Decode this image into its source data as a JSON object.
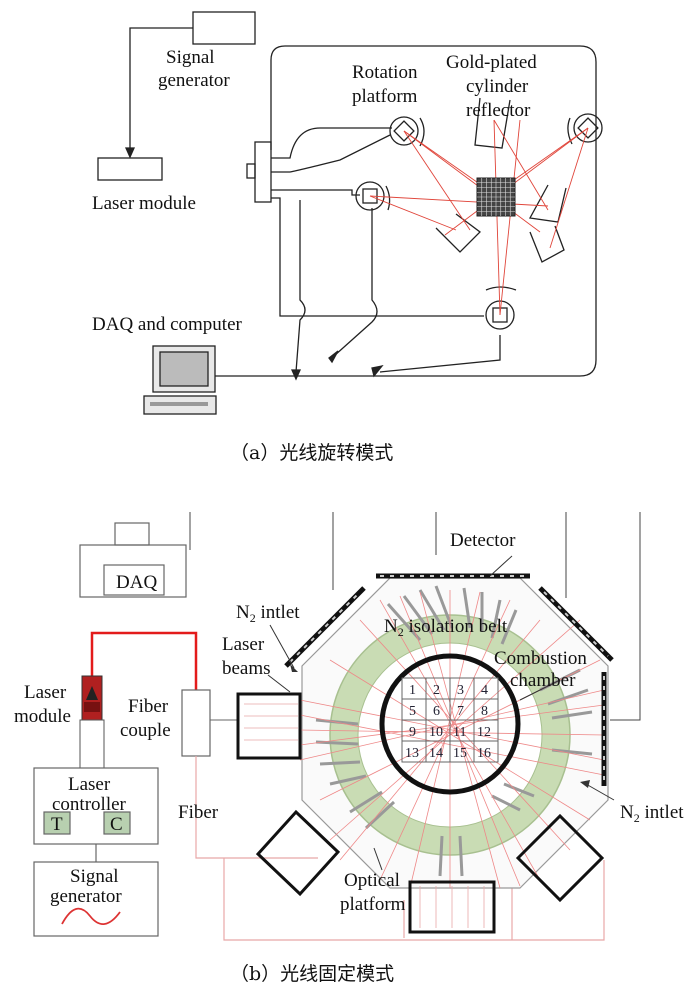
{
  "panel_a": {
    "caption": "（a）光线旋转模式",
    "labels": {
      "signal_generator_l1": "Signal",
      "signal_generator_l2": "generator",
      "rotation_platform_l1": "Rotation",
      "rotation_platform_l2": "platform",
      "reflector_l1": "Gold-plated",
      "reflector_l2": "cylinder",
      "reflector_l3": "reflector",
      "laser_module": "Laser module",
      "daq_computer": "DAQ and computer"
    }
  },
  "panel_b": {
    "caption": "（b）光线固定模式",
    "labels": {
      "daq": "DAQ",
      "detector": "Detector",
      "n2_intlet_top": "N",
      "n2_intlet_top_sub": "2",
      "n2_intlet_top_rest": " intlet",
      "n2_belt": "N",
      "n2_belt_sub": "2",
      "n2_belt_rest": " isolation belt",
      "laser_beams_l1": "Laser",
      "laser_beams_l2": "beams",
      "combustion_l1": "Combustion",
      "combustion_l2": "chamber",
      "laser_module_l1": "Laser",
      "laser_module_l2": "module",
      "fiber_couple_l1": "Fiber",
      "fiber_couple_l2": "couple",
      "laser_controller_l1": "Laser",
      "laser_controller_l2": "controller",
      "btn_t": "T",
      "btn_c": "C",
      "fiber": "Fiber",
      "n2_intlet_right": "N",
      "n2_intlet_right_sub": "2",
      "n2_intlet_right_rest": " intlet",
      "optical_l1": "Optical",
      "optical_l2": "platform",
      "signal_gen_l1": "Signal",
      "signal_gen_l2": "generator"
    },
    "grid_cells": [
      "1",
      "2",
      "3",
      "4",
      "5",
      "6",
      "7",
      "8",
      "9",
      "10",
      "11",
      "12",
      "13",
      "14",
      "15",
      "16"
    ]
  }
}
